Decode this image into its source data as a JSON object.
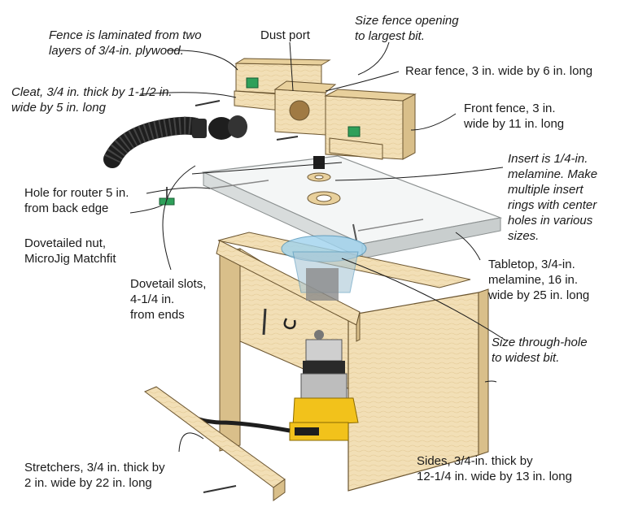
{
  "labels": {
    "fence_laminated": "Fence is laminated from two\nlayers of 3/4-in. plywood.",
    "dust_port": "Dust port",
    "size_fence_opening": "Size fence opening\nto largest bit.",
    "rear_fence": "Rear fence, 3 in. wide by 6 in. long",
    "cleat": "Cleat, 3/4 in. thick by 1-1/2 in.\nwide by 5 in. long",
    "front_fence": "Front fence, 3 in.\nwide by 11 in. long",
    "insert": "Insert is 1/4-in.\nmelamine. Make\nmultiple insert\nrings with center\nholes in various\nsizes.",
    "hole_router": "Hole for router 5 in.\nfrom back edge",
    "dovetailed_nut": "Dovetailed nut,\nMicroJig Matchfit",
    "dovetail_slots": "Dovetail slots,\n4-1/4 in.\nfrom ends",
    "tabletop": "Tabletop, 3/4-in.\nmelamine, 16 in.\nwide by 25 in. long",
    "size_through_hole": "Size through-hole\nto widest bit.",
    "stretchers": "Stretchers, 3/4 in. thick by\n2 in. wide by 22 in. long",
    "sides": "Sides, 3/4-in. thick by\n12-1/4 in. wide by 13 in. long"
  },
  "colors": {
    "wood": "#f2dfb6",
    "wood_edge": "#d9bf8a",
    "melamine": "#f4f6f6",
    "hose": "#1e1e1e",
    "router_yellow": "#f2c21b",
    "clear_blue": "#9fd3ee",
    "green_part": "#2fa05a",
    "text": "#1a1a1a"
  }
}
